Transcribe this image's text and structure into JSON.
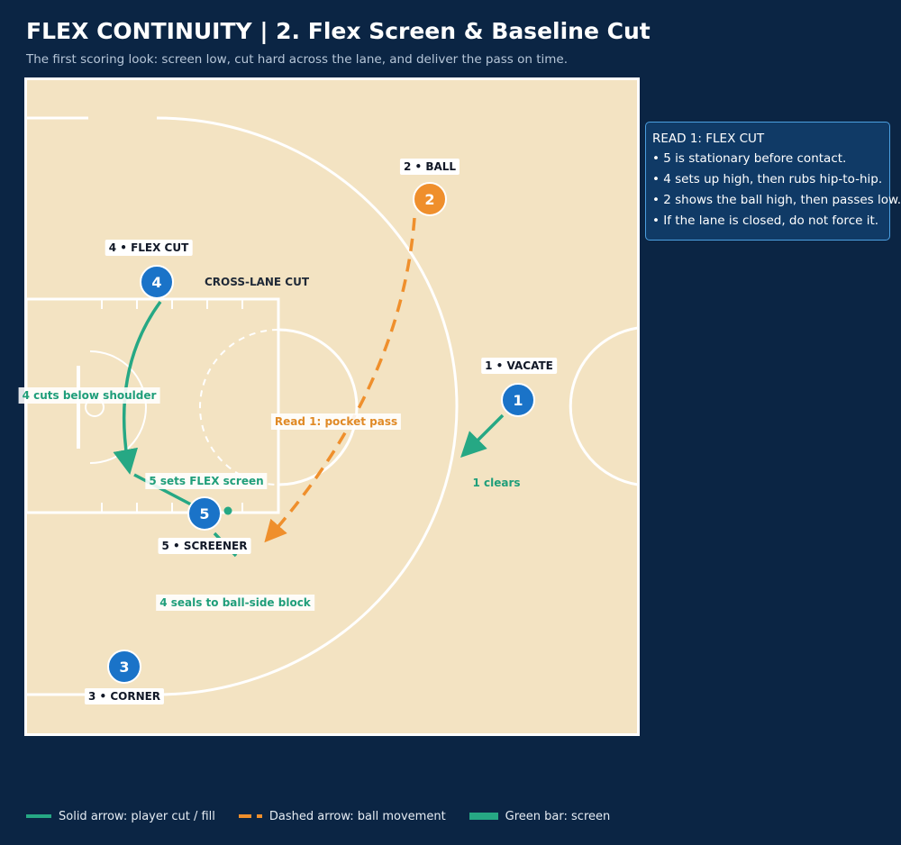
{
  "header": {
    "title": "FLEX CONTINUITY | 2. Flex Screen & Baseline Cut",
    "subtitle": "The first scoring look: screen low, cut hard across the lane, and deliver the pass on time."
  },
  "colors": {
    "background": "#0b2544",
    "court": "#f3e3c2",
    "lines": "#ffffff",
    "player": "#1a73c8",
    "ball_handler": "#ef8f2c",
    "cut": "#26a884",
    "pass": "#ef8f2c"
  },
  "players": [
    {
      "number": "1",
      "label": "1 • VACATE"
    },
    {
      "number": "2",
      "label": "2 • BALL"
    },
    {
      "number": "3",
      "label": "3 • CORNER"
    },
    {
      "number": "4",
      "label": "4 • FLEX CUT"
    },
    {
      "number": "5",
      "label": "5 • SCREENER"
    }
  ],
  "annotations": {
    "cross_lane": "CROSS-LANE CUT",
    "cut_below": "4 cuts below shoulder",
    "sets_screen": "5 sets FLEX screen",
    "seals": "4 seals to ball-side block",
    "pocket_pass": "Read 1: pocket pass",
    "clears": "1 clears"
  },
  "notes": {
    "heading": "READ 1: FLEX CUT",
    "items": [
      "• 5 is stationary before contact.",
      "• 4 sets up high, then rubs hip-to-hip.",
      "• 2 shows the ball high, then passes low.",
      "• If the lane is closed, do not force it."
    ]
  },
  "legend": [
    {
      "label": "Solid arrow: player cut / fill",
      "icon": "solid-line"
    },
    {
      "label": "Dashed arrow: ball movement",
      "icon": "dashed-line"
    },
    {
      "label": "Green bar: screen",
      "icon": "screen-bar"
    }
  ]
}
